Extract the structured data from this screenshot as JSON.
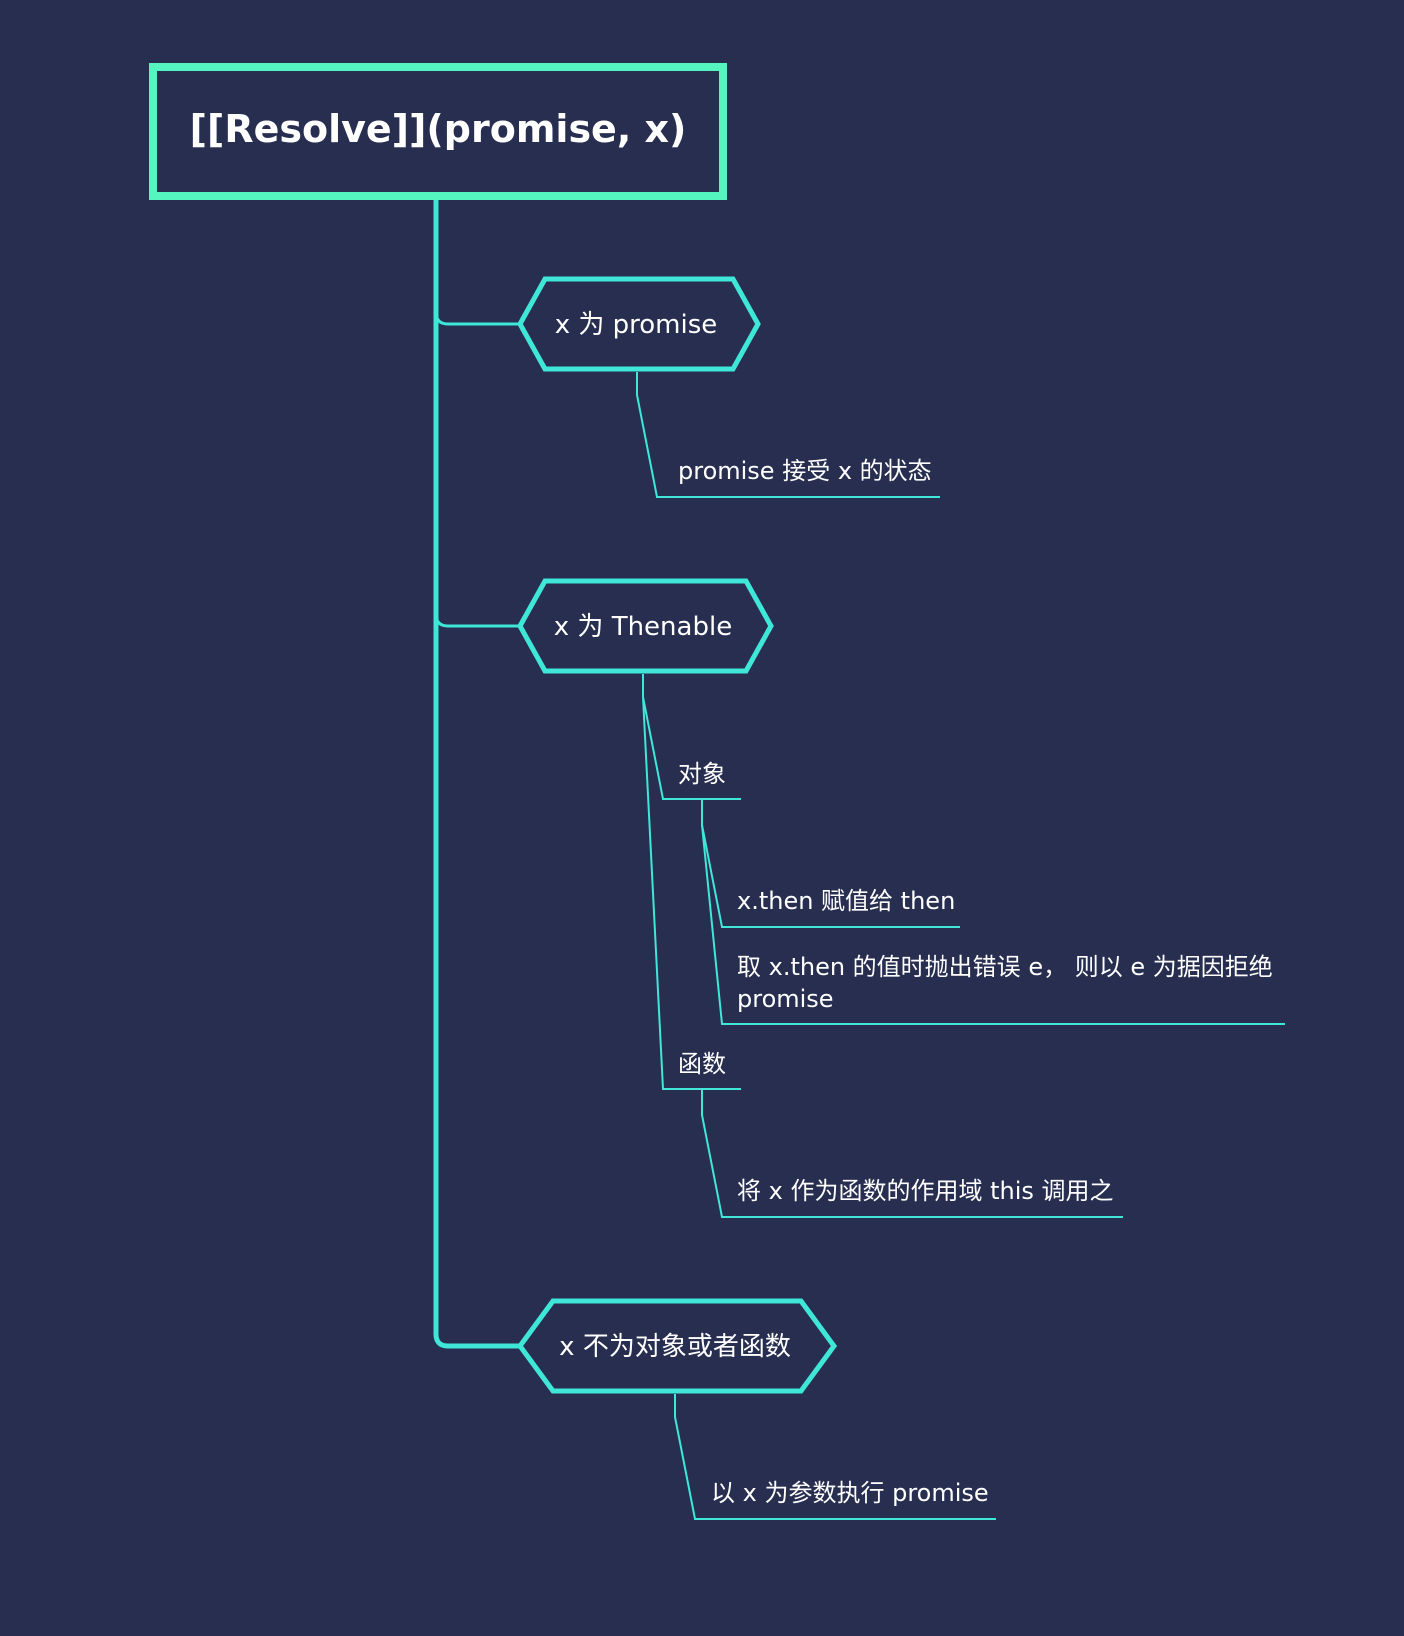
{
  "colors": {
    "background": "#272e50",
    "root_border": "#55f5c0",
    "branch_line": "#3ee7d8"
  },
  "root": {
    "label": "[[Resolve]](promise, x)"
  },
  "branches": [
    {
      "label": "x 为 promise",
      "children": [
        {
          "label": "promise 接受 x 的状态"
        }
      ]
    },
    {
      "label": "x 为 Thenable",
      "children": [
        {
          "label": "对象",
          "children": [
            {
              "label": "x.then 赋值给 then"
            },
            {
              "label_line1": "取 x.then 的值时抛出错误 e， 则以 e 为据因拒绝",
              "label_line2": "promise"
            }
          ]
        },
        {
          "label": "函数",
          "children": [
            {
              "label": "将 x 作为函数的作用域 this 调用之"
            }
          ]
        }
      ]
    },
    {
      "label": "x 不为对象或者函数",
      "children": [
        {
          "label": "以 x 为参数执行 promise"
        }
      ]
    }
  ]
}
